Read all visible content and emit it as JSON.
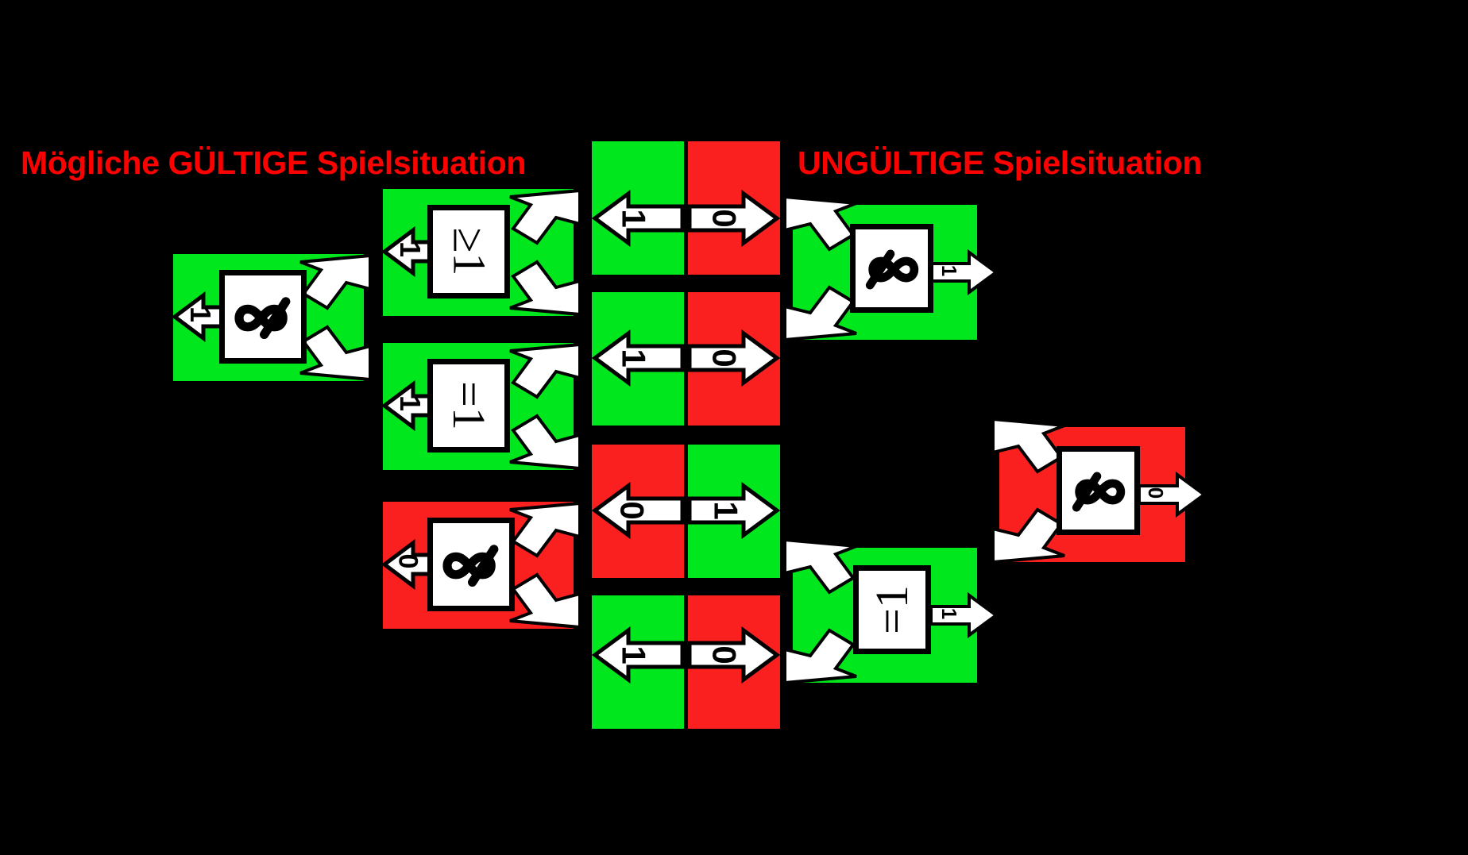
{
  "titles": {
    "left": "Mögliche GÜLTIGE Spielsituation",
    "right": "UNGÜLTIGE Spielsituation"
  },
  "colors": {
    "background": "#000000",
    "valid_green": "#00e81d",
    "invalid_red": "#fb2020",
    "title_red": "#ff0000",
    "box_fill": "#ffffff",
    "box_stroke": "#000000"
  },
  "left_group": {
    "heading_ref": "titles.left",
    "column1": [
      {
        "id": "c1-card1",
        "tile_color": "green",
        "symbol": "crossed-infinity",
        "output_label": "1",
        "output_direction": "left",
        "inputs": 2,
        "input_direction": "incoming-from-right"
      }
    ],
    "column2": [
      {
        "id": "c2-card1",
        "tile_color": "green",
        "symbol": "gate",
        "gate_text": "≥1",
        "output_label": "1",
        "output_direction": "left",
        "inputs": 2
      },
      {
        "id": "c2-card2",
        "tile_color": "green",
        "symbol": "gate",
        "gate_text": "=1",
        "output_label": "1",
        "output_direction": "left",
        "inputs": 2
      },
      {
        "id": "c2-card3",
        "tile_color": "red",
        "symbol": "crossed-infinity",
        "output_label": "0",
        "output_direction": "left",
        "inputs": 2
      }
    ]
  },
  "middle_column": {
    "rows": [
      {
        "id": "m1",
        "left": {
          "color": "green",
          "label": "1",
          "direction": "left"
        },
        "right": {
          "color": "red",
          "label": "0",
          "direction": "right"
        }
      },
      {
        "id": "m2",
        "left": {
          "color": "green",
          "label": "1",
          "direction": "left"
        },
        "right": {
          "color": "red",
          "label": "0",
          "direction": "right"
        }
      },
      {
        "id": "m3",
        "left": {
          "color": "red",
          "label": "0",
          "direction": "left"
        },
        "right": {
          "color": "green",
          "label": "1",
          "direction": "right"
        }
      },
      {
        "id": "m4",
        "left": {
          "color": "green",
          "label": "1",
          "direction": "left"
        },
        "right": {
          "color": "red",
          "label": "0",
          "direction": "right"
        }
      }
    ]
  },
  "right_group": {
    "heading_ref": "titles.right",
    "column1": [
      {
        "id": "r1-card1",
        "tile_color": "green",
        "symbol": "crossed-infinity",
        "output_label": "1",
        "output_direction": "right",
        "inputs": 2
      },
      {
        "id": "r1-card2",
        "tile_color": "green",
        "symbol": "gate",
        "gate_text": "=1",
        "output_label": "1",
        "output_direction": "right",
        "inputs": 2
      }
    ],
    "column2": [
      {
        "id": "r2-card1",
        "tile_color": "red",
        "symbol": "crossed-infinity",
        "output_label": "0",
        "output_direction": "right",
        "inputs": 2
      }
    ]
  }
}
